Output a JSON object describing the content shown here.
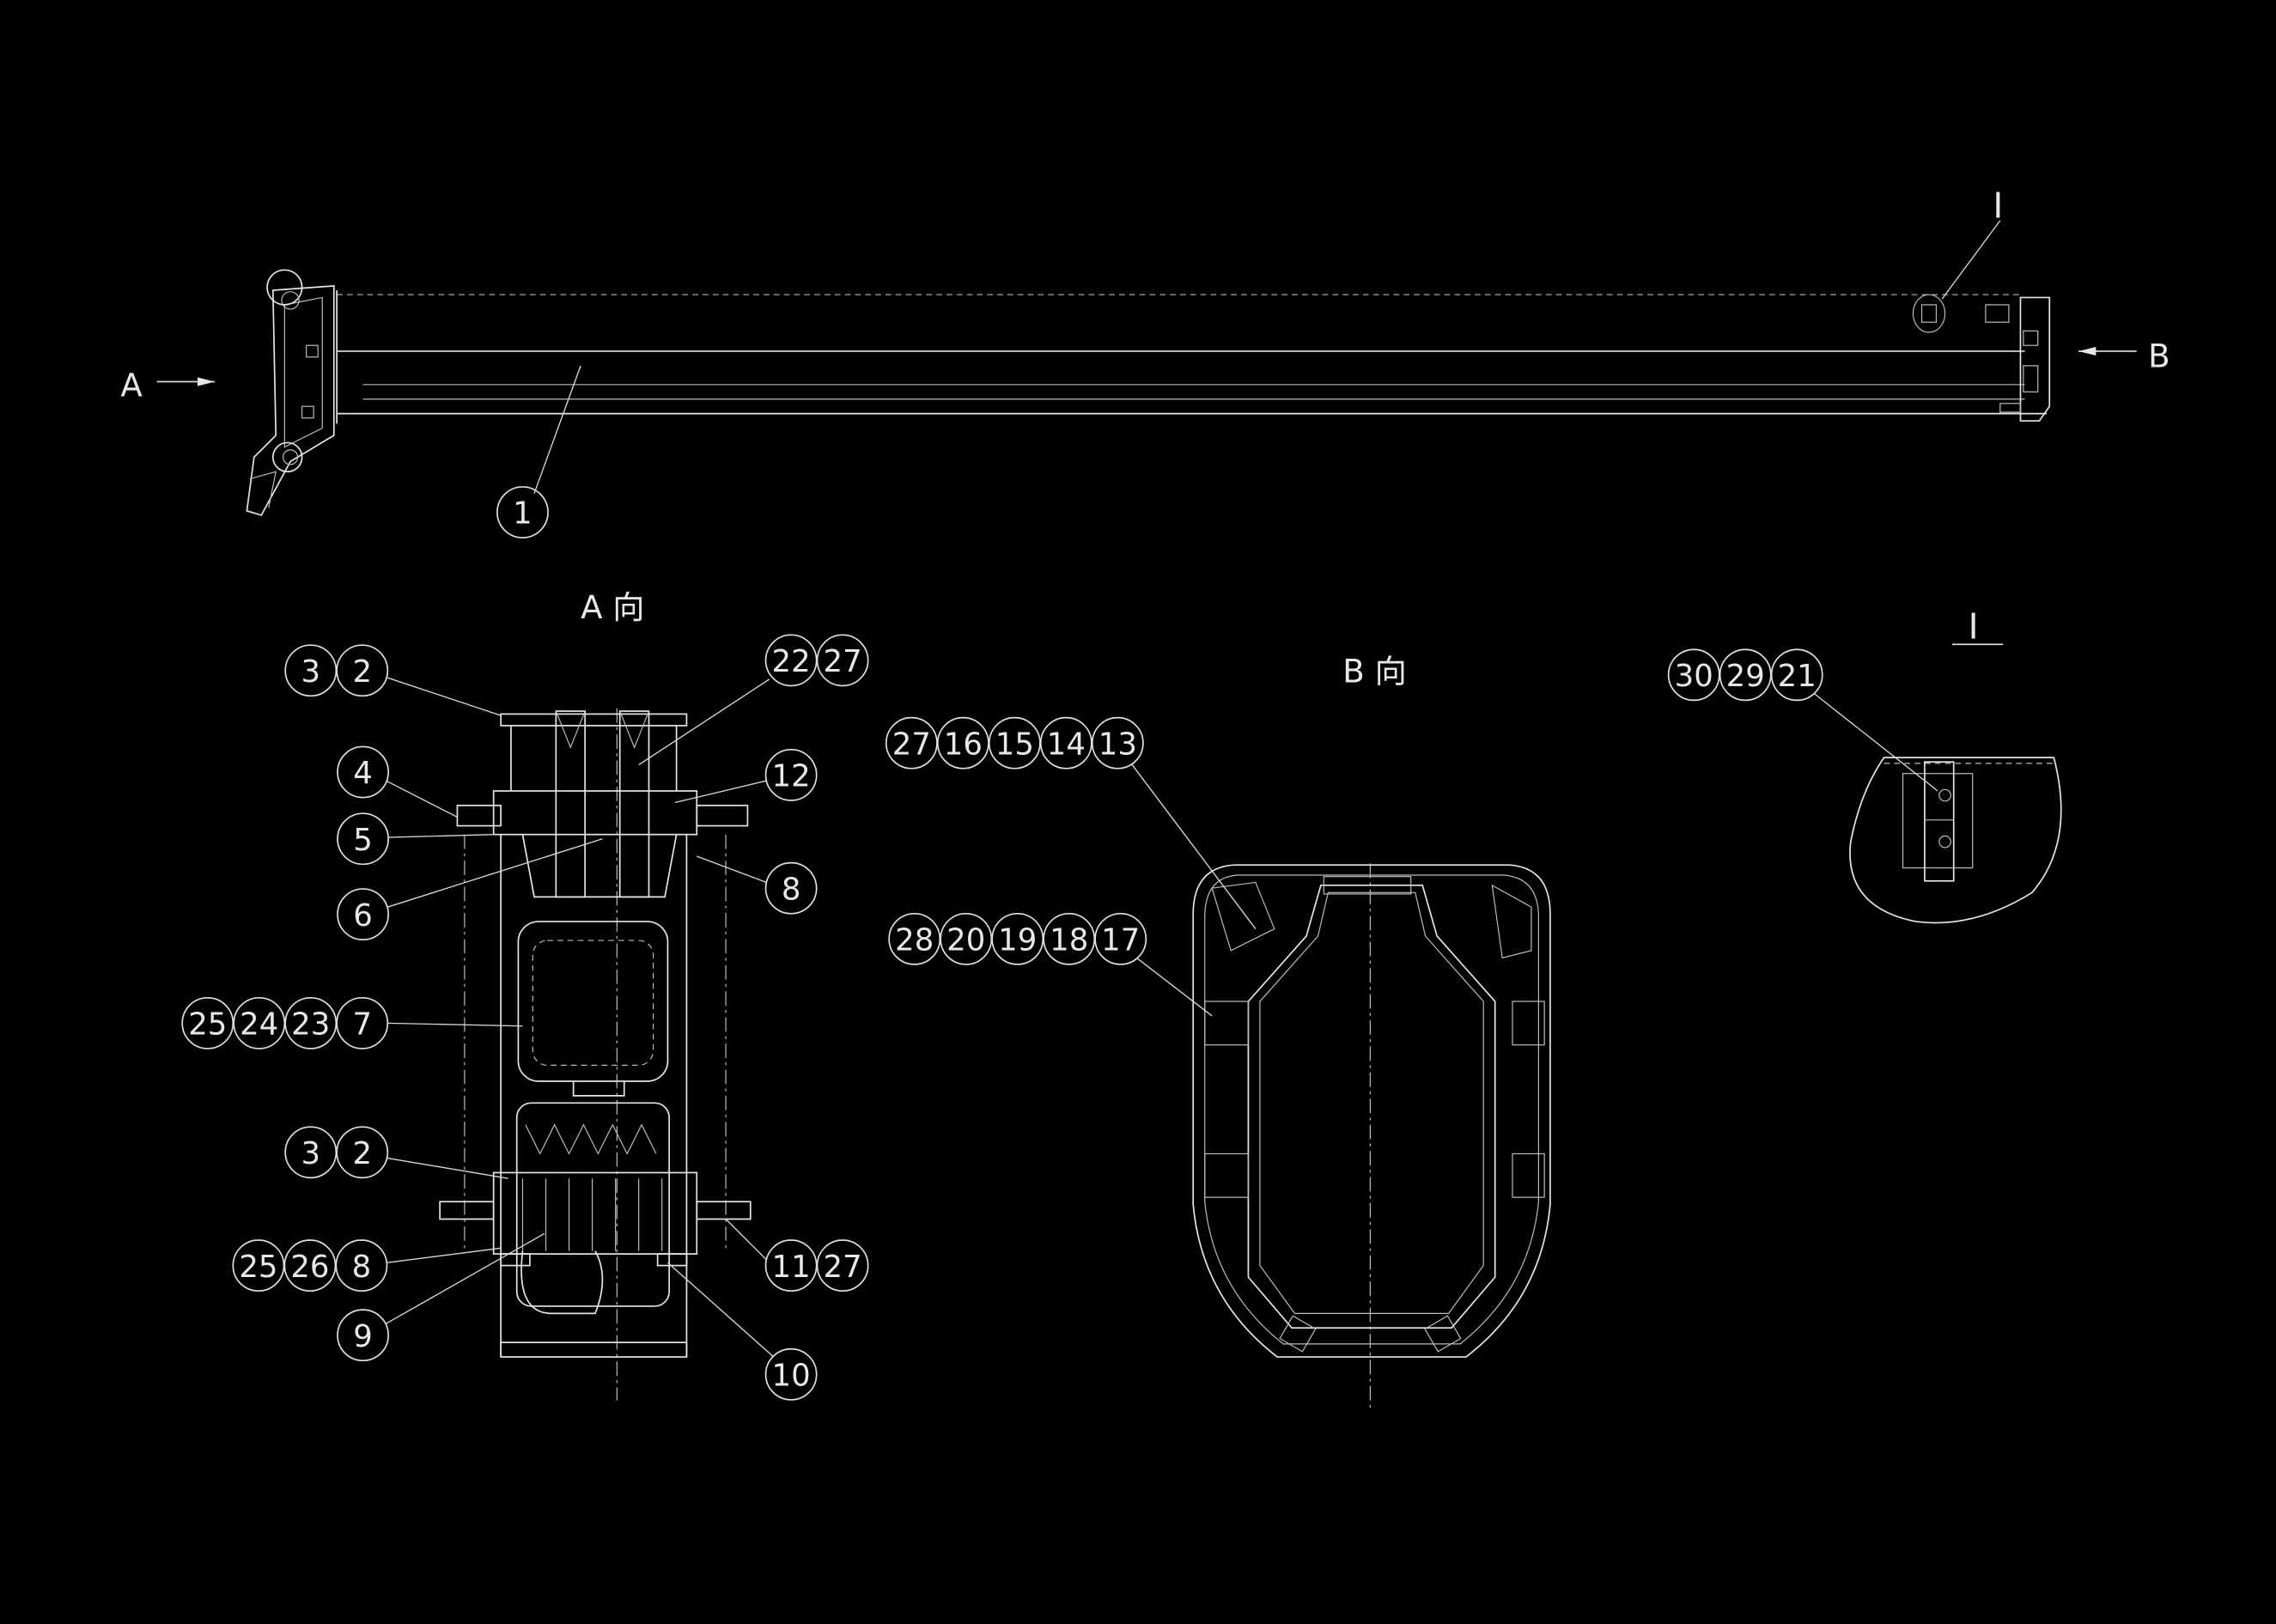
{
  "view_labels": {
    "a_arrow": "A",
    "b_arrow": "B",
    "detail_mark": "I",
    "a_view_title": "A 向",
    "b_view_title": "B 向",
    "detail_title": "I"
  },
  "balloons": [
    {
      "id": "main-1",
      "numbers": [
        "1"
      ]
    },
    {
      "id": "a-top-3-2",
      "numbers": [
        "3",
        "2"
      ]
    },
    {
      "id": "a-22-27",
      "numbers": [
        "22",
        "27"
      ]
    },
    {
      "id": "a-4",
      "numbers": [
        "4"
      ]
    },
    {
      "id": "a-12",
      "numbers": [
        "12"
      ]
    },
    {
      "id": "a-5",
      "numbers": [
        "5"
      ]
    },
    {
      "id": "a-8",
      "numbers": [
        "8"
      ]
    },
    {
      "id": "a-6",
      "numbers": [
        "6"
      ]
    },
    {
      "id": "a-25-24-23-7",
      "numbers": [
        "25",
        "24",
        "23",
        "7"
      ]
    },
    {
      "id": "a-bottom-3-2",
      "numbers": [
        "3",
        "2"
      ]
    },
    {
      "id": "a-25-26-8",
      "numbers": [
        "25",
        "26",
        "8"
      ]
    },
    {
      "id": "a-11-27",
      "numbers": [
        "11",
        "27"
      ]
    },
    {
      "id": "a-9",
      "numbers": [
        "9"
      ]
    },
    {
      "id": "a-10",
      "numbers": [
        "10"
      ]
    },
    {
      "id": "b-27-16-15-14-13",
      "numbers": [
        "27",
        "16",
        "15",
        "14",
        "13"
      ]
    },
    {
      "id": "b-28-20-19-18-17",
      "numbers": [
        "28",
        "20",
        "19",
        "18",
        "17"
      ]
    },
    {
      "id": "i-30-29-21",
      "numbers": [
        "30",
        "29",
        "21"
      ]
    }
  ],
  "colors": {
    "background": "#000000",
    "line": "#e6e6e6"
  }
}
